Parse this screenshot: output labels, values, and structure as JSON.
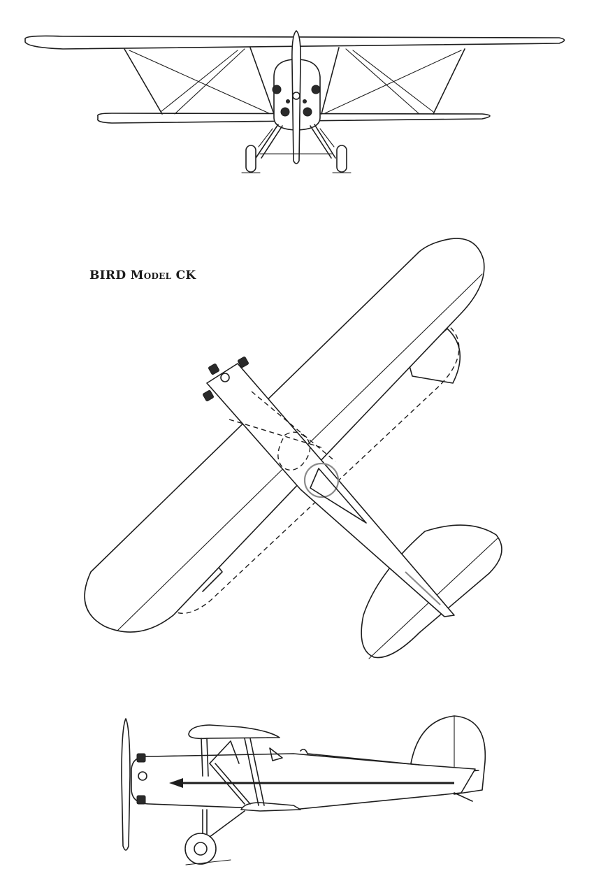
{
  "drawing": {
    "caption": "BIRD Model CK",
    "views": [
      {
        "view": "front"
      },
      {
        "view": "plan"
      },
      {
        "view": "side"
      }
    ]
  },
  "colors": {
    "ink": "#1e1e1e",
    "paper": "#ffffff"
  }
}
